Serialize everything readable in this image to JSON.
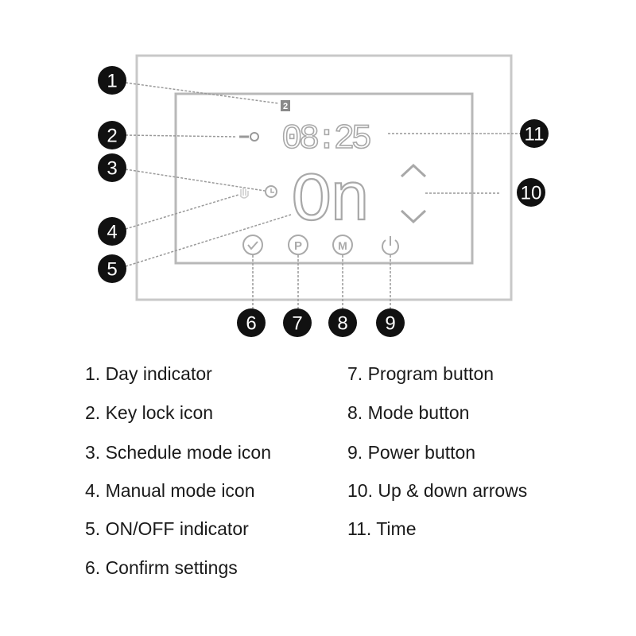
{
  "display": {
    "day_indicator": "2",
    "time": "08:25",
    "state": "On"
  },
  "callouts": [
    "1",
    "2",
    "3",
    "4",
    "5",
    "6",
    "7",
    "8",
    "9",
    "10",
    "11"
  ],
  "legend": {
    "left": [
      "1. Day indicator",
      "2. Key lock icon",
      "3. Schedule mode icon",
      "4. Manual mode icon",
      "5. ON/OFF indicator",
      "6. Confirm settings"
    ],
    "right": [
      "7. Program button",
      "8. Mode button",
      "9. Power button",
      "10. Up & down arrows",
      "11. Time"
    ]
  },
  "buttons": {
    "program_letter": "P",
    "mode_letter": "M"
  },
  "colors": {
    "frame": "#c8c8c8",
    "lcd": "#a8a8a8",
    "callout": "#111111"
  }
}
